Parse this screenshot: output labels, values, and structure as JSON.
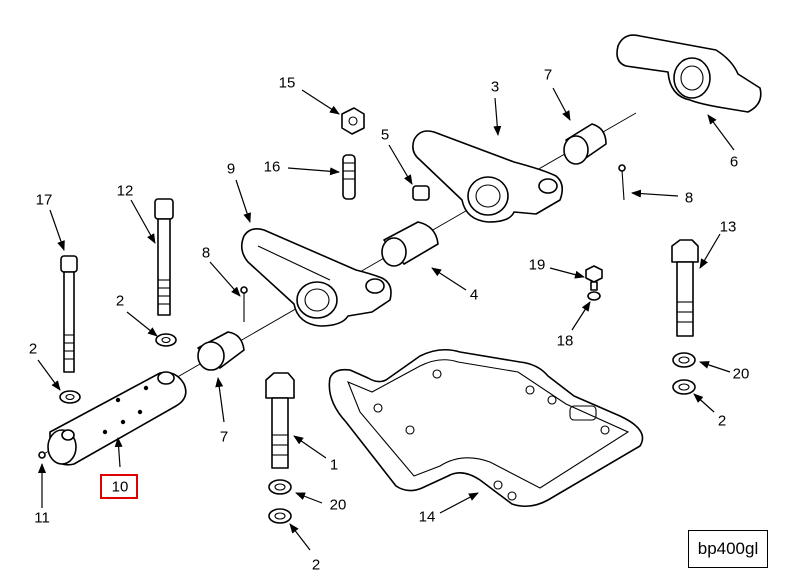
{
  "figure_id": "bp400gl",
  "highlighted_callout": "10",
  "highlight_color": "#e00000",
  "callouts": {
    "c15": "15",
    "c16": "16",
    "c3": "3",
    "c7a": "7",
    "c5": "5",
    "c6": "6",
    "c9": "9",
    "c17": "17",
    "c12": "12",
    "c8a": "8",
    "c8b": "8",
    "c13": "13",
    "c4": "4",
    "c19": "19",
    "c18": "18",
    "c2a": "2",
    "c2b": "2",
    "c20a": "20",
    "c2c": "2",
    "c7b": "7",
    "c1": "1",
    "c10": "10",
    "c11": "11",
    "c20b": "20",
    "c14": "14",
    "c2d": "2"
  }
}
